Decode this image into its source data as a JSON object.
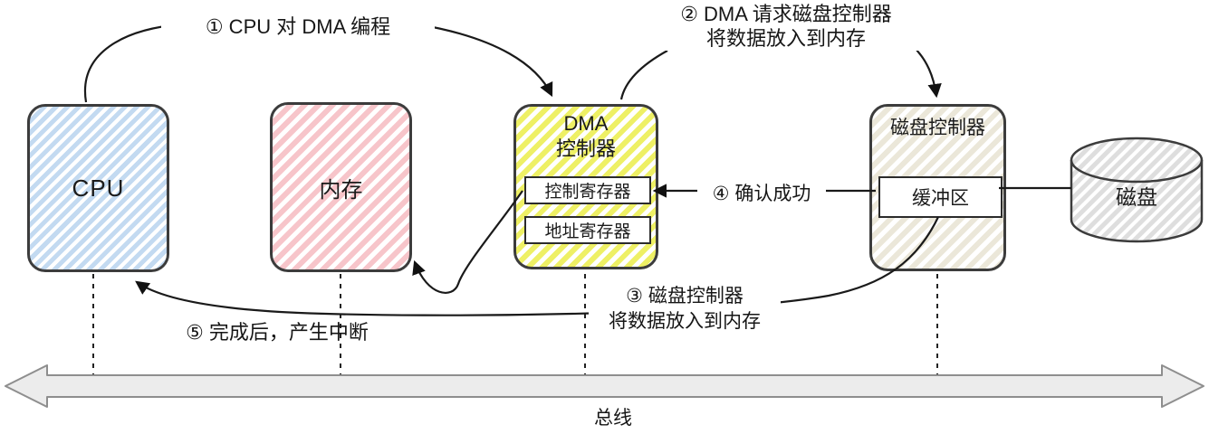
{
  "components": {
    "cpu": {
      "label": "CPU"
    },
    "memory": {
      "label": "内存"
    },
    "dma_controller": {
      "title_line1": "DMA",
      "title_line2": "控制器",
      "registers": [
        {
          "label": "控制寄存器"
        },
        {
          "label": "地址寄存器"
        }
      ]
    },
    "disk_controller": {
      "label": "磁盘控制器",
      "buffer": {
        "label": "缓冲区"
      }
    },
    "disk": {
      "label": "磁盘"
    },
    "bus": {
      "label": "总线"
    }
  },
  "annotations": {
    "step1": {
      "label": "① CPU 对 DMA 编程"
    },
    "step2": {
      "line1": "② DMA 请求磁盘控制器",
      "line2": "将数据放入到内存"
    },
    "step3": {
      "line1": "③ 磁盘控制器",
      "line2": "将数据放入到内存"
    },
    "step4": {
      "label": "④ 确认成功"
    },
    "step5": {
      "label": "⑤ 完成后，产生中断"
    }
  },
  "colors": {
    "cpu_hatch": "#c3daf1",
    "memory_hatch": "#f7c5ca",
    "dma_hatch": "#eef065",
    "disk_controller_hatch": "#ebe7d9",
    "disk_hatch": "#dedede",
    "border": "#3c3c3c",
    "bus_fill": "#ececec",
    "bus_border": "#8e8e8e",
    "arrow_stroke": "#1a1a1a"
  }
}
